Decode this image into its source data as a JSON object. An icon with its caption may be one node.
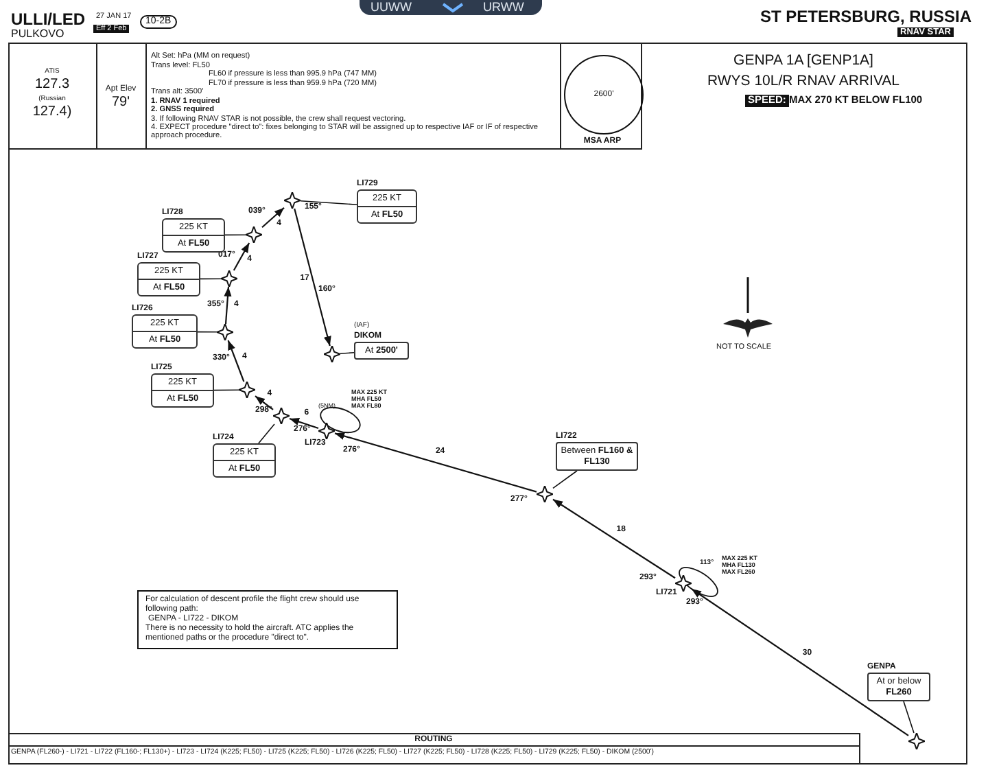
{
  "diagram": {
    "nodes": [
      {
        "text": [
          "GENPA",
          "At or below **FL260**"
        ]
      },
      {
        "text": [],
        "shape": "star"
      },
      {
        "text": [],
        "shape": "star",
        "beside": [
          "LI721"
        ]
      },
      {
        "text": [
          "LI722",
          "Between **FL160 & FL130**"
        ]
      },
      {
        "text": [],
        "shape": "star"
      },
      {
        "text": [],
        "shape": "star",
        "beside": [
          "LI723"
        ]
      },
      {
        "text": [
          "LI724",
          "225 KT",
          "At **FL50**"
        ]
      },
      {
        "text": [],
        "shape": "star"
      },
      {
        "text": [
          "LI725",
          "225 KT",
          "At **FL50**"
        ]
      },
      {
        "text": [],
        "shape": "star"
      },
      {
        "text": [
          "LI726",
          "225 KT",
          "At **FL50**"
        ]
      },
      {
        "text": [],
        "shape": "star"
      },
      {
        "text": [
          "LI727",
          "225 KT",
          "At **FL50**"
        ]
      },
      {
        "text": [],
        "shape": "star"
      },
      {
        "text": [
          "LI728",
          "225 KT",
          "At **FL50**"
        ]
      },
      {
        "text": [],
        "shape": "star"
      },
      {
        "text": [
          "LI729",
          "225 KT",
          "At **FL50**"
        ]
      },
      {
        "text": [],
        "shape": "star"
      },
      {
        "text": [
          "(IAF)",
          "DIKOM",
          "At **2500'**"
        ]
      },
      {
        "text": [],
        "shape": "star"
      },
      {
        "text": [
          "2600'"
        ],
        "beside": [
          "MSA ARP"
        ]
      },
      {
        "text": [
          "For calculation of descent profile the flight crew should use following path:",
          "GENPA - LI722 - DIKOM",
          "There is no necessity to hold the aircraft. ATC applies the mentioned paths or the procedure \"direct to\"."
        ]
      }
    ],
    "edges": [
      {
        "from": 1,
        "to": 2,
        "arrow": "to",
        "label": "30"
      },
      {
        "from": 2,
        "to": 4,
        "arrow": "to",
        "label": "18"
      },
      {
        "from": 4,
        "to": 5,
        "arrow": "to",
        "label": "24"
      },
      {
        "from": 5,
        "to": 7,
        "arrow": "to",
        "label": "6"
      },
      {
        "from": 7,
        "to": 9,
        "arrow": "to",
        "label": "4"
      },
      {
        "from": 9,
        "to": 11,
        "arrow": "to",
        "label": "4"
      },
      {
        "from": 11,
        "to": 13,
        "arrow": "to",
        "label": "4"
      },
      {
        "from": 13,
        "to": 15,
        "arrow": "to",
        "label": "4"
      },
      {
        "from": 15,
        "to": 17,
        "arrow": "to",
        "label": "4"
      },
      {
        "from": 17,
        "to": 19,
        "arrow": "to",
        "label": "17"
      },
      {
        "from": 0,
        "to": 1,
        "arrow": "none"
      },
      {
        "from": 3,
        "to": 4,
        "arrow": "none"
      },
      {
        "from": 6,
        "to": 7,
        "arrow": "none"
      },
      {
        "from": 8,
        "to": 9,
        "arrow": "none"
      },
      {
        "from": 10,
        "to": 11,
        "arrow": "none"
      },
      {
        "from": 12,
        "to": 13,
        "arrow": "none"
      },
      {
        "from": 14,
        "to": 15,
        "arrow": "none"
      },
      {
        "from": 16,
        "to": 17,
        "arrow": "none"
      },
      {
        "from": 18,
        "to": 19,
        "arrow": "none"
      }
    ],
    "labels": [
      "UUWW",
      "URWW",
      "ULLI/LED",
      "PULKOVO",
      "27 JAN 17",
      "Eff 2 Feb",
      "10-2B",
      "ST PETERSBURG, RUSSIA",
      "RNAV STAR",
      "ATIS",
      "127.3",
      "(Russian",
      "127.4)",
      "Apt Elev",
      "79'",
      "Alt Set: hPa (MM on request)",
      "Trans level: FL50",
      "FL60 if pressure is less than 995.9 hPa (747 MM)",
      "FL70 if pressure is less than 959.9 hPa (720 MM)",
      "Trans alt: 3500'",
      "1. RNAV 1 required",
      "2. GNSS required",
      "3. If following RNAV STAR is not possible, the crew shall request vectoring.",
      "4. EXPECT procedure \"direct to\": fixes belonging to STAR will be assigned up to respective IAF or IF of respective approach procedure.",
      "GENPA 1A [GENP1A]",
      "RWYS 10L/R RNAV ARRIVAL",
      "SPEED:",
      "MAX 270 KT BELOW FL100",
      "NOT TO SCALE",
      "ROUTING",
      "GENPA (FL260-) - LI721 - LI722 (FL160-; FL130+) - LI723 - LI724 (K225; FL50) - LI725 (K225; FL50) - LI726 (K225; FL50) - LI727 (K225; FL50) - LI728 (K225; FL50) - LI729 (K225; FL50) - DIKOM (2500')",
      "293°",
      "293°",
      "113°",
      "MAX 225 KT MHA FL130 MAX FL260",
      "277°",
      "276°",
      "276°",
      "(5NM)",
      "MAX 225 KT MHA FL50 MAX FL80",
      "298°",
      "330°",
      "355°",
      "017°",
      "039°",
      "155°",
      "160°"
    ]
  }
}
